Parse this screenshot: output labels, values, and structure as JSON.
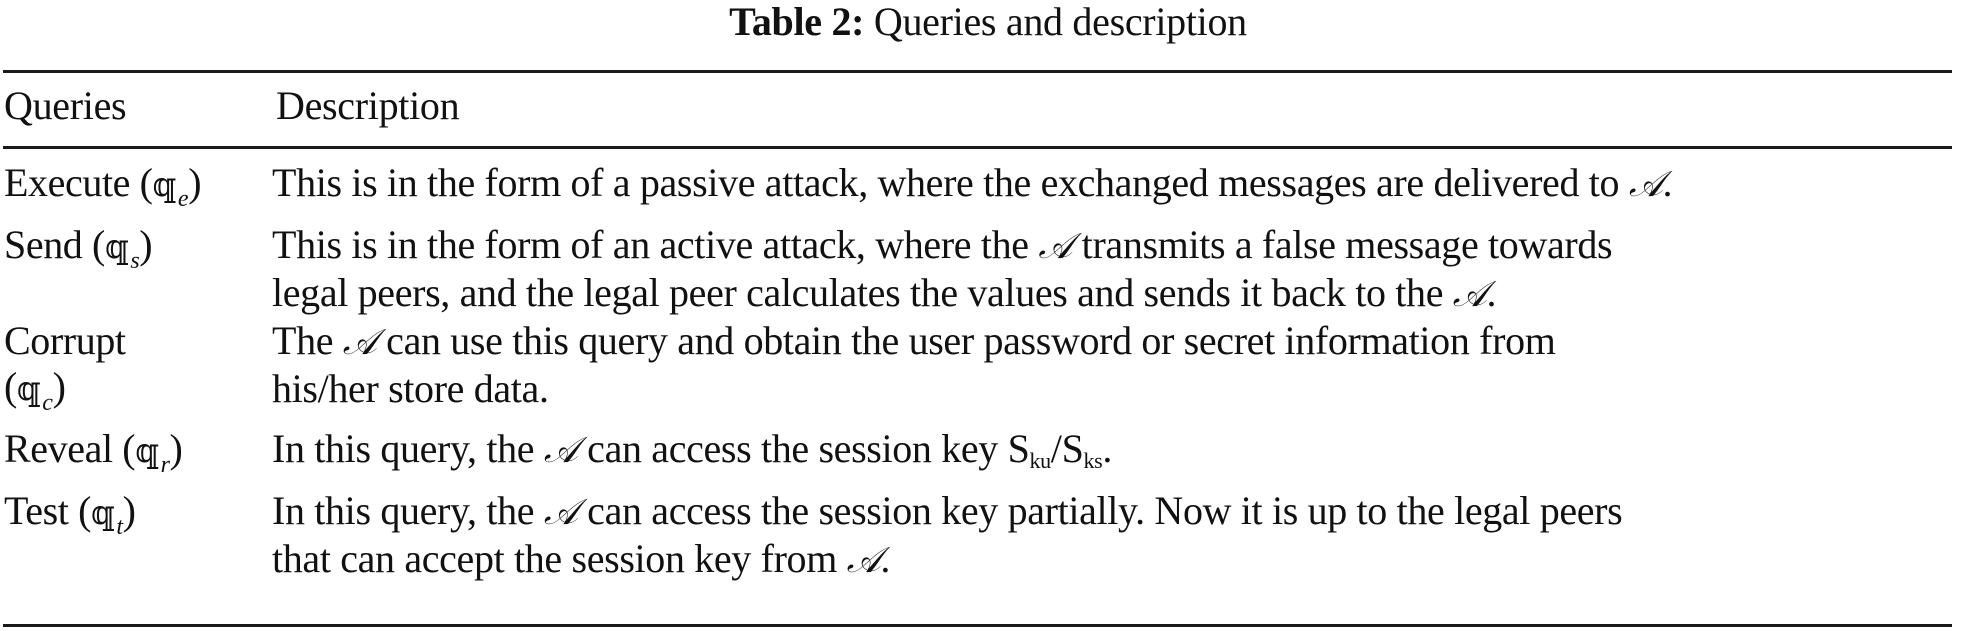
{
  "caption": {
    "label": "Table 2:",
    "title": "Queries and description"
  },
  "table": {
    "headers": [
      "Queries",
      "Description"
    ],
    "symbols": {
      "query_symbol": "𝕢",
      "adversary": "𝒜"
    },
    "rows": [
      {
        "query": "Execute",
        "subscript": "e",
        "description_lines": [
          [
            "This is in the form of a passive attack, where the exchanged messages are delivered to ",
            "𝒜",
            "."
          ]
        ]
      },
      {
        "query": "Send",
        "subscript": "s",
        "description_lines": [
          [
            "This is in the form of an active attack, where the ",
            "𝒜",
            " transmits a false message towards"
          ],
          [
            "legal peers, and the legal peer calculates the values and sends it back to the ",
            "𝒜",
            "."
          ]
        ]
      },
      {
        "query": "Corrupt",
        "subscript": "c",
        "description_lines": [
          [
            "The ",
            "𝒜",
            " can use this query and obtain the user password or secret information from"
          ],
          [
            "his/her store data."
          ]
        ]
      },
      {
        "query": "Reveal",
        "subscript": "r",
        "description_lines": [
          [
            "In this query, the ",
            "𝒜",
            " can access the session key "
          ]
        ],
        "session_key": {
          "base1": "S",
          "sub1": "ku",
          "sep": "/",
          "base2": "S",
          "sub2": "ks",
          "end": "."
        }
      },
      {
        "query": "Test",
        "subscript": "t",
        "description_lines": [
          [
            "In this query, the ",
            "𝒜",
            " can access the session key partially. Now it is up to the legal peers"
          ],
          [
            "that can accept the session key from ",
            "𝒜",
            "."
          ]
        ]
      }
    ]
  }
}
